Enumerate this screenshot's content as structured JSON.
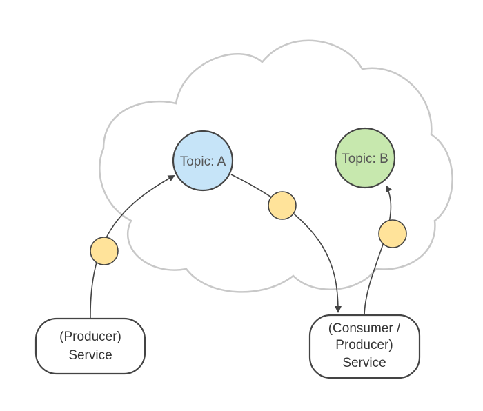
{
  "diagram": {
    "topics": {
      "a": {
        "label": "Topic: A",
        "fill": "#c6e4f8"
      },
      "b": {
        "label": "Topic: B",
        "fill": "#c7e8ae"
      }
    },
    "services": {
      "producer": {
        "lines": [
          "(Producer)",
          "Service"
        ]
      },
      "consumer_producer": {
        "lines": [
          "(Consumer /",
          "Producer)",
          "Service"
        ]
      }
    },
    "colors": {
      "message": "#ffe39a",
      "cloud_stroke": "#c8c8c8",
      "edge": "#444444"
    }
  }
}
